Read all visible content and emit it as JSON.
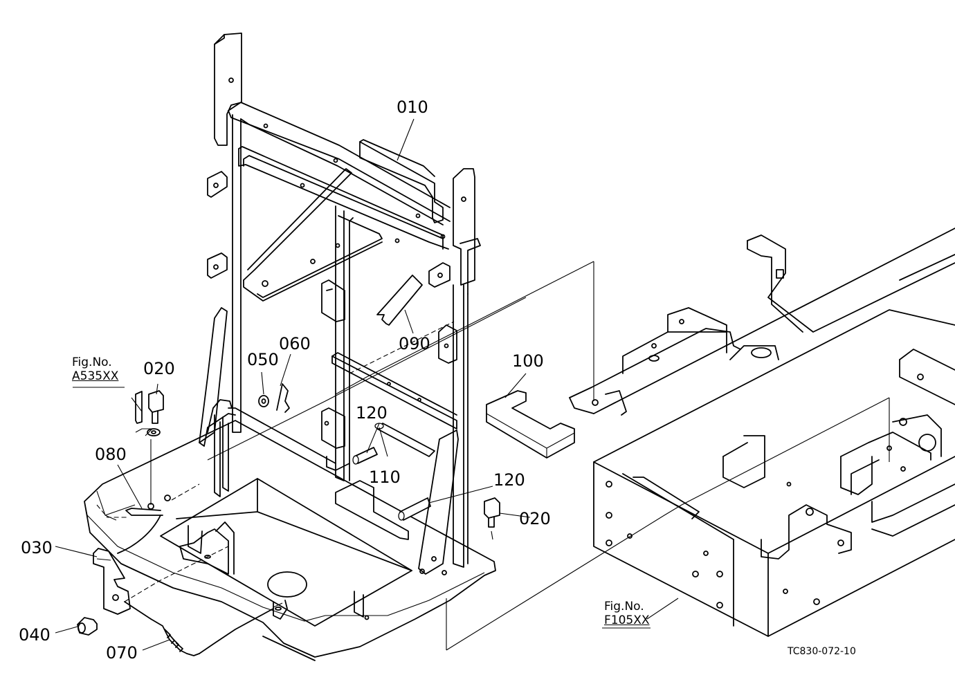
{
  "labels": {
    "p010": "010",
    "p020a": "020",
    "p020b": "020",
    "p030": "030",
    "p040": "040",
    "p050": "050",
    "p060": "060",
    "p070": "070",
    "p080": "080",
    "p090": "090",
    "p100": "100",
    "p110": "110",
    "p120a": "120",
    "p120b": "120"
  },
  "fig_refs": {
    "a": {
      "prefix": "Fig.No.",
      "code": "A535XX"
    },
    "f": {
      "prefix": "Fig.No.",
      "code": "F105XX"
    }
  },
  "drawing_id": "TC830-072-10"
}
